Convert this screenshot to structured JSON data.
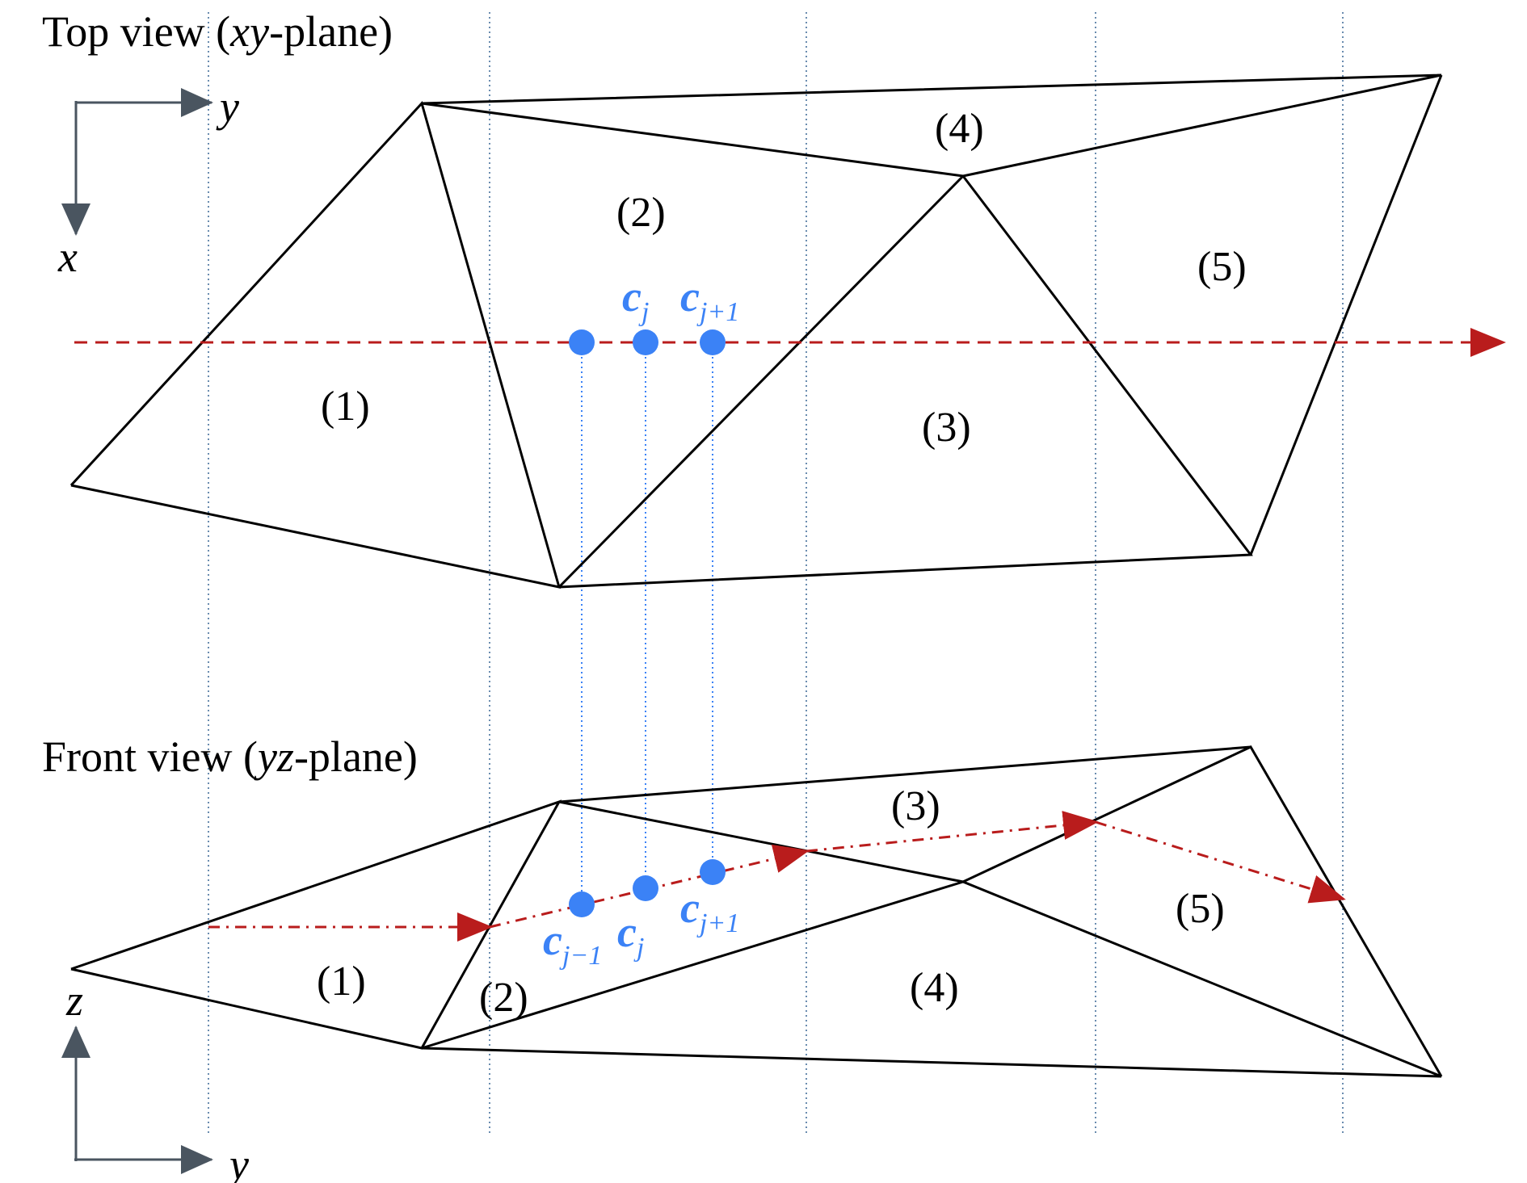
{
  "top_view": {
    "title_prefix": "Top view (",
    "title_italic": "xy",
    "title_suffix": "-plane)",
    "axis_horizontal": "y",
    "axis_vertical": "x",
    "regions": [
      "(1)",
      "(2)",
      "(3)",
      "(4)",
      "(5)"
    ]
  },
  "front_view": {
    "title_prefix": "Front view (",
    "title_italic": "yz",
    "title_suffix": "-plane)",
    "axis_horizontal": "y",
    "axis_vertical": "z",
    "regions": [
      "(1)",
      "(2)",
      "(3)",
      "(4)",
      "(5)"
    ]
  },
  "points": {
    "symbol": "c",
    "sub_prev": "j−1",
    "sub_curr": "j",
    "sub_next": "j+1"
  },
  "colors": {
    "edges": "#000000",
    "points": "#3b82f6",
    "ray": "#b91c1c",
    "grid": "#6a8caf",
    "axes": "#4a5560"
  }
}
